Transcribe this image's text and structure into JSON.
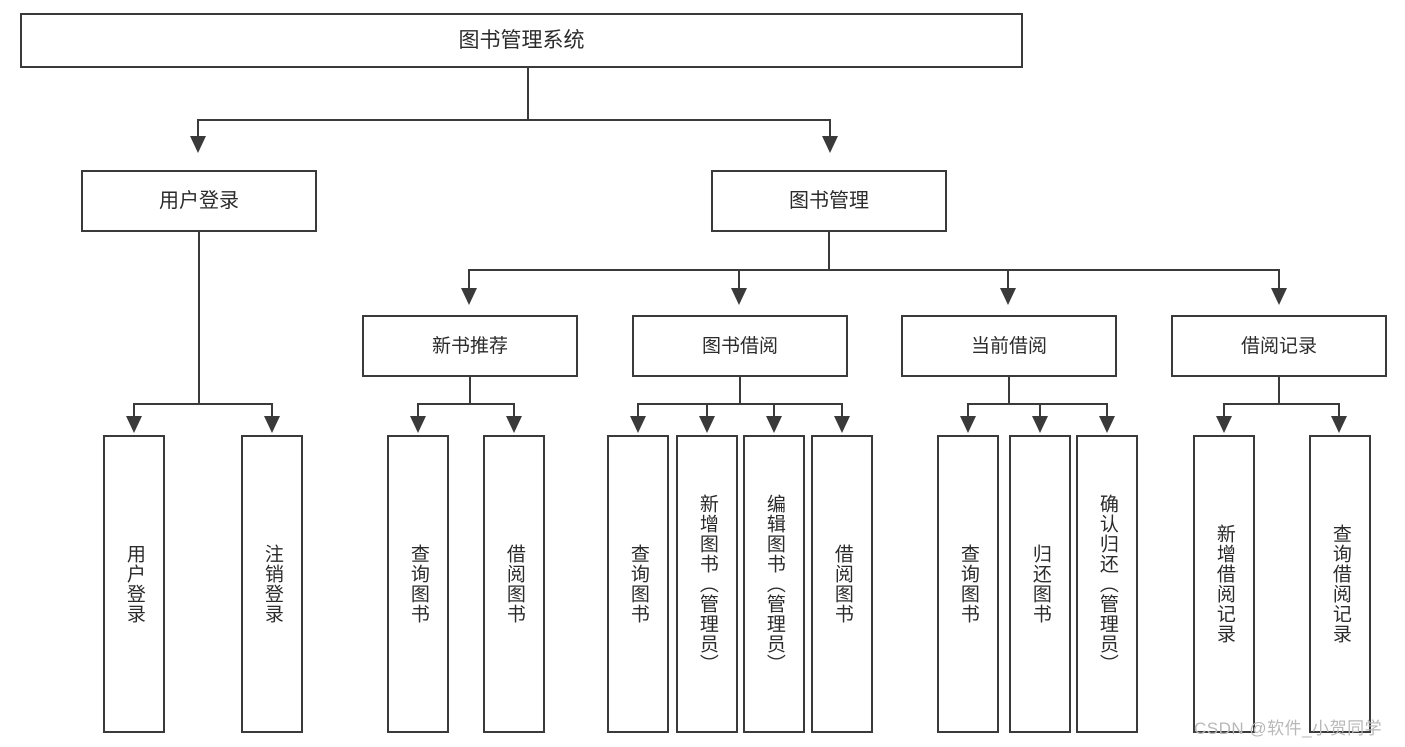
{
  "diagram": {
    "title": "图书管理系统",
    "type": "hierarchy-tree",
    "root": {
      "label": "图书管理系统"
    },
    "level1": [
      {
        "label": "用户登录"
      },
      {
        "label": "图书管理"
      }
    ],
    "level2": [
      {
        "label": "新书推荐"
      },
      {
        "label": "图书借阅"
      },
      {
        "label": "当前借阅"
      },
      {
        "label": "借阅记录"
      }
    ],
    "leaves": [
      {
        "label": "用户登录",
        "parent": "用户登录"
      },
      {
        "label": "注销登录",
        "parent": "用户登录"
      },
      {
        "label": "查询图书",
        "parent": "新书推荐"
      },
      {
        "label": "借阅图书",
        "parent": "新书推荐"
      },
      {
        "label": "查询图书",
        "parent": "图书借阅"
      },
      {
        "label": "新增图书（管理员）",
        "parent": "图书借阅"
      },
      {
        "label": "编辑图书（管理员）",
        "parent": "图书借阅"
      },
      {
        "label": "借阅图书",
        "parent": "图书借阅"
      },
      {
        "label": "查询图书",
        "parent": "当前借阅"
      },
      {
        "label": "归还图书",
        "parent": "当前借阅"
      },
      {
        "label": "确认归还（管理员）",
        "parent": "当前借阅"
      },
      {
        "label": "新增借阅记录",
        "parent": "借阅记录"
      },
      {
        "label": "查询借阅记录",
        "parent": "借阅记录"
      }
    ],
    "watermark": "CSDN @软件_小贺同学",
    "colors": {
      "border": "#3a3a3a",
      "text": "#2b2b2b",
      "background": "#ffffff",
      "watermark": "#b8b8b8"
    }
  }
}
